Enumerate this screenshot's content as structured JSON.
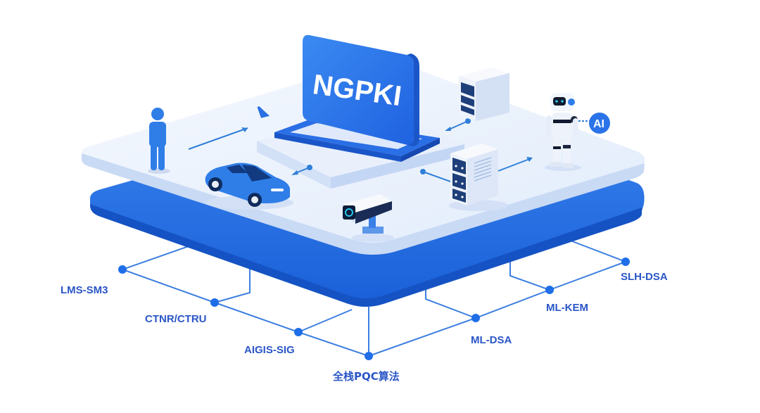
{
  "diagram": {
    "center_label": "NGPKI",
    "ai_badge": "AI",
    "entities": [
      {
        "id": "user",
        "icon": "person-icon"
      },
      {
        "id": "car",
        "icon": "car-icon"
      },
      {
        "id": "camera",
        "icon": "camera-icon"
      },
      {
        "id": "server-top",
        "icon": "server-icon"
      },
      {
        "id": "server-front",
        "icon": "server-icon"
      },
      {
        "id": "robot",
        "icon": "robot-icon"
      }
    ],
    "algorithms": [
      {
        "label": "LMS-SM3"
      },
      {
        "label": "CTNR/CTRU"
      },
      {
        "label": "AIGIS-SIG"
      },
      {
        "label": "全栈PQC算法"
      },
      {
        "label": "ML-DSA"
      },
      {
        "label": "ML-KEM"
      },
      {
        "label": "SLH-DSA"
      }
    ],
    "colors": {
      "primary_blue": "#2b6fe6",
      "deep_blue": "#1f5fd6",
      "platform_top": "#eaf1fc",
      "platform_edge": "#c8d9f4",
      "label_text": "#2a56c6",
      "line": "#3d7fe0",
      "server_dark": "#1e3f7a"
    }
  }
}
